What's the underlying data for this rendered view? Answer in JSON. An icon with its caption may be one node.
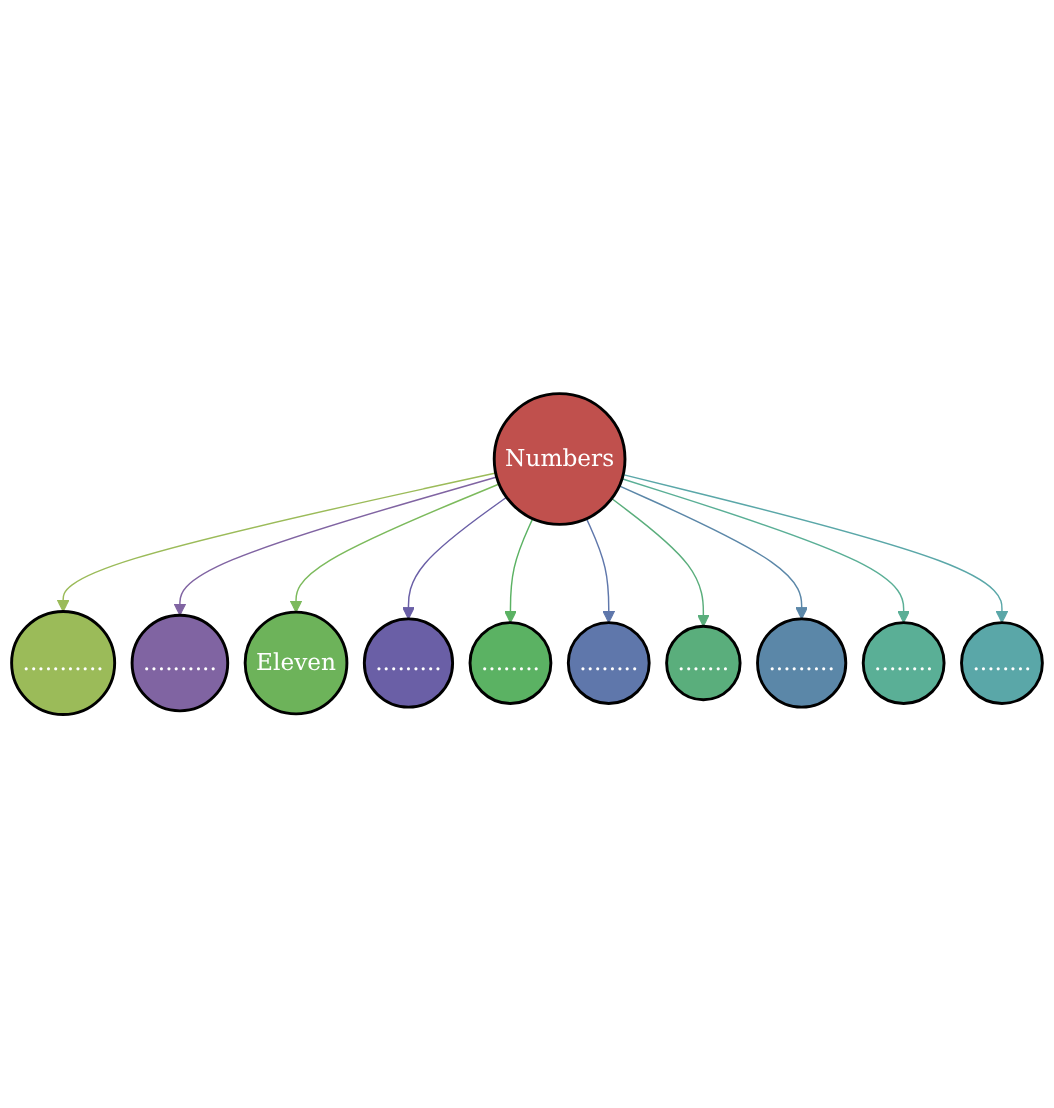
{
  "diagram": {
    "nodes": [
      {
        "text": [
          "Numbers"
        ]
      },
      {
        "text": [
          "..........."
        ]
      },
      {
        "text": [
          ".........."
        ]
      },
      {
        "text": [
          "Eleven"
        ]
      },
      {
        "text": [
          "........."
        ]
      },
      {
        "text": [
          "........"
        ]
      },
      {
        "text": [
          "........"
        ]
      },
      {
        "text": [
          "......."
        ]
      },
      {
        "text": [
          "........."
        ]
      },
      {
        "text": [
          "........"
        ]
      },
      {
        "text": [
          "........"
        ]
      }
    ],
    "edges": [
      {
        "from": 0,
        "to": 1,
        "arrow": "to",
        "color": "#9bbb59"
      },
      {
        "from": 0,
        "to": 2,
        "arrow": "to",
        "color": "#8064a2"
      },
      {
        "from": 0,
        "to": 3,
        "arrow": "to",
        "color": "#7cba5c"
      },
      {
        "from": 0,
        "to": 4,
        "arrow": "to",
        "color": "#6a5fa6"
      },
      {
        "from": 0,
        "to": 5,
        "arrow": "to",
        "color": "#5bb263"
      },
      {
        "from": 0,
        "to": 6,
        "arrow": "to",
        "color": "#5f77ab"
      },
      {
        "from": 0,
        "to": 7,
        "arrow": "to",
        "color": "#5aae7c"
      },
      {
        "from": 0,
        "to": 8,
        "arrow": "to",
        "color": "#5b87a8"
      },
      {
        "from": 0,
        "to": 9,
        "arrow": "to",
        "color": "#5aaf96"
      },
      {
        "from": 0,
        "to": 10,
        "arrow": "to",
        "color": "#5aa7a8"
      }
    ]
  }
}
